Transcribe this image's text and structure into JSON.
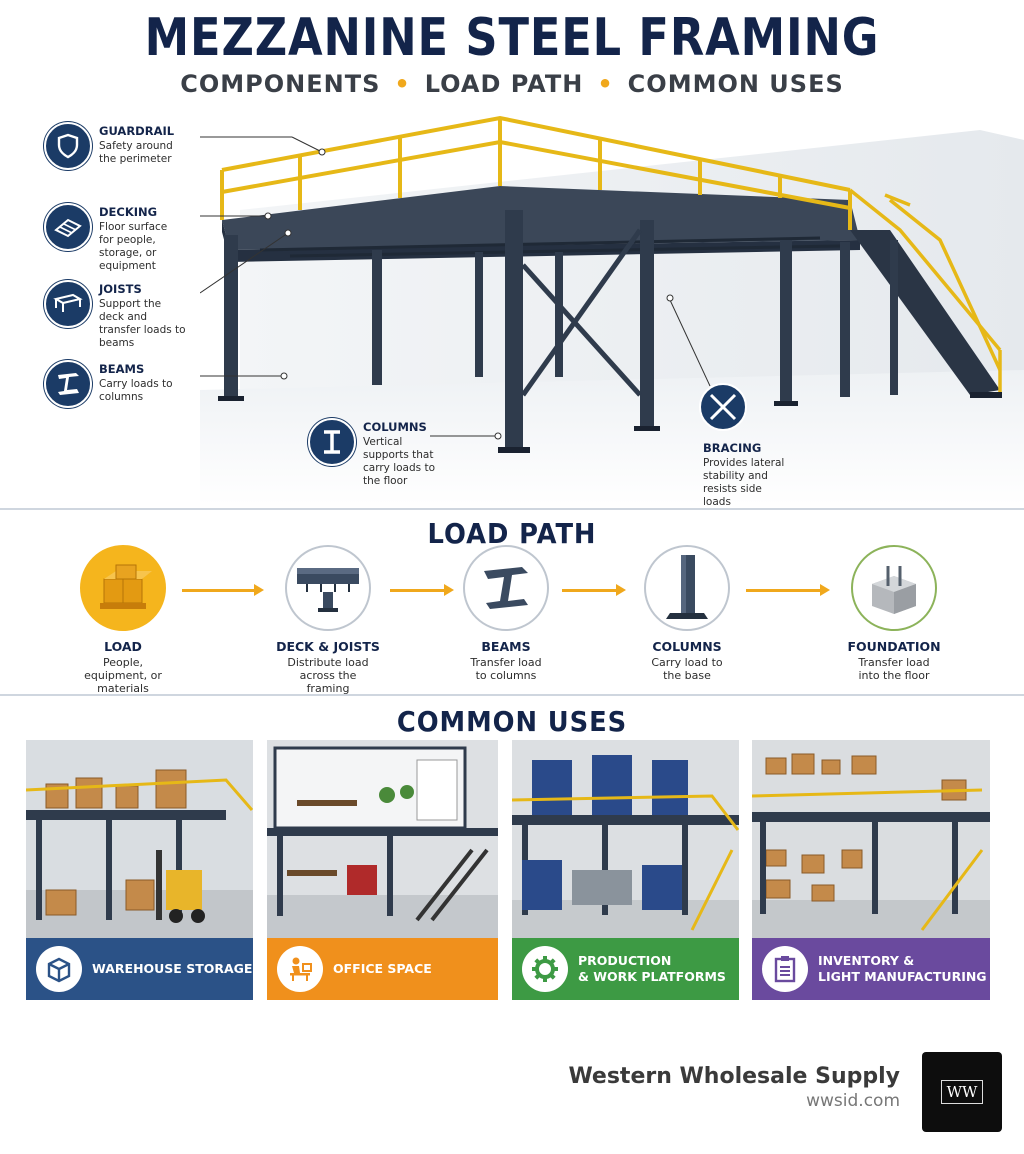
{
  "header": {
    "title": "MEZZANINE STEEL FRAMING",
    "subtitle_parts": [
      "COMPONENTS",
      "LOAD PATH",
      "COMMON USES"
    ]
  },
  "components": [
    {
      "label": "GUARDRAIL",
      "desc": "Safety around the perimeter",
      "icon": "shield-icon"
    },
    {
      "label": "DECKING",
      "desc": "Floor surface for people, storage, or equipment",
      "icon": "decking-icon"
    },
    {
      "label": "JOISTS",
      "desc": "Support the deck and transfer loads to beams",
      "icon": "joist-icon"
    },
    {
      "label": "BEAMS",
      "desc": "Carry loads to columns",
      "icon": "i-beam-icon"
    },
    {
      "label": "COLUMNS",
      "desc": "Vertical supports that carry loads to the floor",
      "icon": "column-icon"
    },
    {
      "label": "BRACING",
      "desc": "Provides lateral stability and resists side loads",
      "icon": "cross-brace-icon"
    }
  ],
  "load_path": {
    "heading": "LOAD PATH",
    "steps": [
      {
        "label": "LOAD",
        "desc": "People, equipment, or materials",
        "icon": "boxes-on-pallet-icon"
      },
      {
        "label": "DECK & JOISTS",
        "desc": "Distribute load across the framing",
        "icon": "deck-joist-icon"
      },
      {
        "label": "BEAMS",
        "desc": "Transfer load to columns",
        "icon": "i-beam-icon"
      },
      {
        "label": "COLUMNS",
        "desc": "Carry load to the base",
        "icon": "column-icon"
      },
      {
        "label": "FOUNDATION",
        "desc": "Transfer load into the floor",
        "icon": "concrete-footing-icon"
      }
    ]
  },
  "common_uses": {
    "heading": "COMMON USES",
    "items": [
      {
        "label_lines": [
          "WAREHOUSE STORAGE"
        ],
        "color": "#2b5287",
        "icon": "box-icon"
      },
      {
        "label_lines": [
          "OFFICE SPACE"
        ],
        "color": "#f0901c",
        "icon": "desk-worker-icon"
      },
      {
        "label_lines": [
          "PRODUCTION",
          "& WORK PLATFORMS"
        ],
        "color": "#3d9a44",
        "icon": "gear-icon"
      },
      {
        "label_lines": [
          "INVENTORY &",
          "LIGHT MANUFACTURING"
        ],
        "color": "#6a4a9e",
        "icon": "clipboard-icon"
      }
    ]
  },
  "brand": {
    "name": "Western Wholesale Supply",
    "url": "wwsid.com",
    "logo_text": "WW"
  },
  "colors": {
    "navy": "#13244a",
    "steel": "#2f3b4c",
    "accent_yellow": "#f0a81c"
  }
}
